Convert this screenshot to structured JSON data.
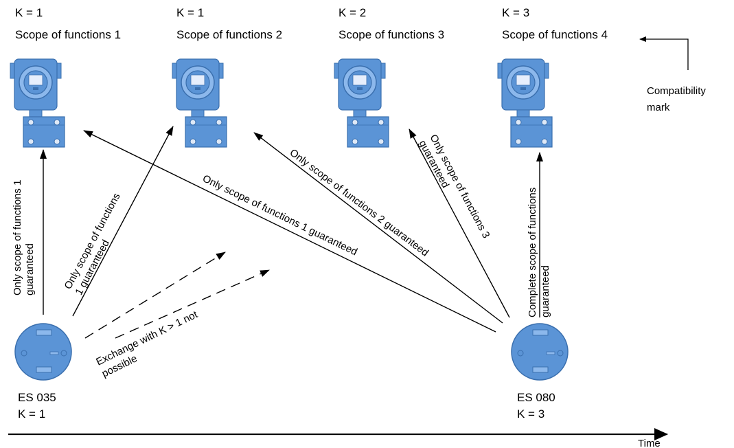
{
  "colors": {
    "device_fill": "#5b94d6",
    "device_dark": "#3a6fae",
    "device_light": "#8cb8ec",
    "display": "#e6eefc",
    "line": "#000000"
  },
  "devices": [
    {
      "k": "K = 1",
      "scope": "Scope of functions 1"
    },
    {
      "k": "K = 1",
      "scope": "Scope of functions 2"
    },
    {
      "k": "K = 2",
      "scope": "Scope of functions 3"
    },
    {
      "k": "K = 3",
      "scope": "Scope of functions 4"
    }
  ],
  "compat_mark": {
    "line1": "Compatibility",
    "line2": "mark"
  },
  "modules": [
    {
      "name": "ES 035",
      "k": "K = 1"
    },
    {
      "name": "ES 080",
      "k": "K = 3"
    }
  ],
  "arrows": {
    "a1": {
      "line1": "Only scope of functions 1",
      "line2": "guaranteed"
    },
    "a2": {
      "line1": "Only scope of functions",
      "line2": "1 guaranteed"
    },
    "a3": {
      "line1": "Only scope of functions 1 guaranteed"
    },
    "a4": {
      "line1": "Only scope of functions 2 guaranteed"
    },
    "a5": {
      "line1": "Only scope of functions 3",
      "line2": "guaranteed"
    },
    "a6": {
      "line1": "Complete scope of functions",
      "line2": "guaranteed"
    },
    "exchange": {
      "line1": "Exchange with K > 1 not",
      "line2": "possible"
    }
  },
  "time_label": "Time"
}
